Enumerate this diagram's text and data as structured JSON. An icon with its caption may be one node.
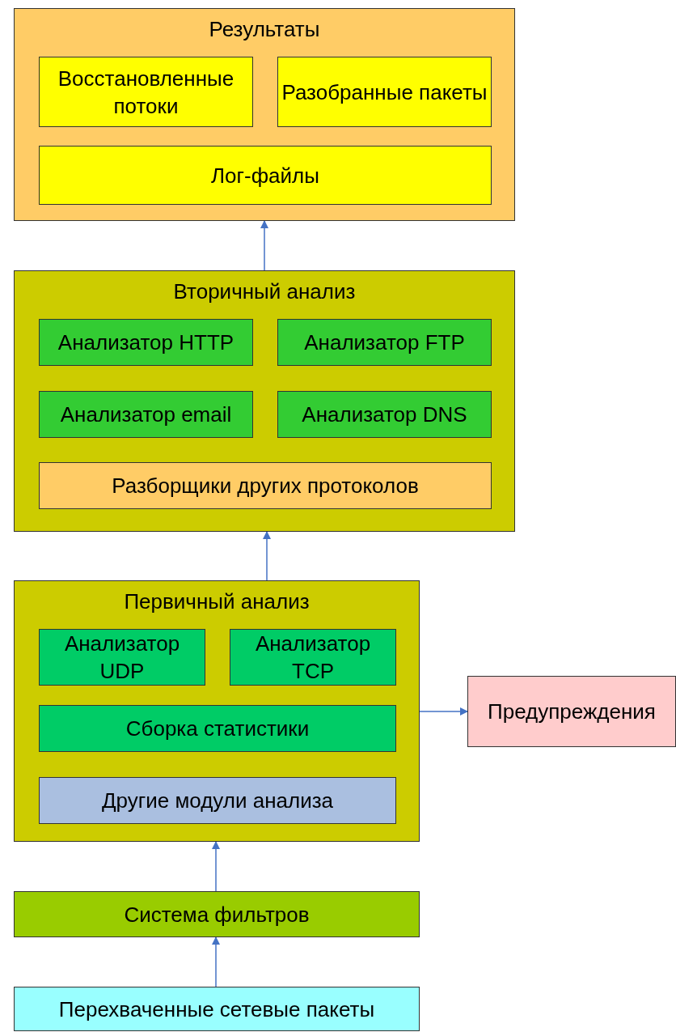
{
  "diagram": {
    "nodes": [
      {
        "text": [
          "Результаты"
        ]
      },
      {
        "text": [
          "Восстановленные потоки"
        ],
        "in": 0
      },
      {
        "text": [
          "Разобранные пакеты"
        ],
        "in": 0
      },
      {
        "text": [
          "Лог-файлы"
        ],
        "in": 0
      },
      {
        "text": [
          "Вторичный анализ"
        ]
      },
      {
        "text": [
          "Анализатор HTTP"
        ],
        "in": 4
      },
      {
        "text": [
          "Анализатор FTP"
        ],
        "in": 4
      },
      {
        "text": [
          "Анализатор email"
        ],
        "in": 4
      },
      {
        "text": [
          "Анализатор DNS"
        ],
        "in": 4
      },
      {
        "text": [
          "Разборщики других протоколов"
        ],
        "in": 4
      },
      {
        "text": [
          "Первичный анализ"
        ]
      },
      {
        "text": [
          "Анализатор UDP"
        ],
        "in": 10
      },
      {
        "text": [
          "Анализатор TCP"
        ],
        "in": 10
      },
      {
        "text": [
          "Сборка статистики"
        ],
        "in": 10
      },
      {
        "text": [
          "Другие модули анализа"
        ],
        "in": 10
      },
      {
        "text": [
          "Предупреждения"
        ]
      },
      {
        "text": [
          "Система фильтров"
        ]
      },
      {
        "text": [
          "Перехваченные сетевые пакеты"
        ]
      }
    ],
    "edges": [
      {
        "from": 17,
        "to": 16,
        "arrow": "to"
      },
      {
        "from": 16,
        "to": 10,
        "arrow": "to"
      },
      {
        "from": 10,
        "to": 4,
        "arrow": "to"
      },
      {
        "from": 4,
        "to": 0,
        "arrow": "to"
      },
      {
        "from": 10,
        "to": 15,
        "arrow": "to"
      }
    ]
  }
}
